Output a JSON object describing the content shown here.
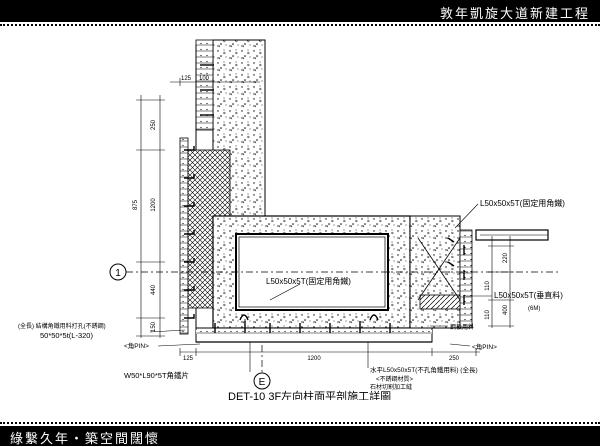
{
  "header": {
    "project_title": "敦年凱旋大道新建工程"
  },
  "footer": {
    "slogan": "綠繫久年・築空間闊懷"
  },
  "drawing": {
    "title": "DET-10  3F左向柱面平剖施工詳圖",
    "grid_bubble_row": "1",
    "grid_bubble_col": "E",
    "dims_top": [
      "125",
      "100"
    ],
    "dims_left": [
      "250",
      "875",
      "1200",
      "440",
      "150"
    ],
    "dims_bottom": [
      "125",
      "1200",
      "250"
    ],
    "dims_right": [
      "220",
      "110",
      "400",
      "110"
    ],
    "labels": {
      "angle_top_right": "L50x50x5T(固定用角鐵)",
      "angle_center": "L50x50x5T(固定用角鐵)",
      "angle_right": "L50x50x5T(垂直料)",
      "angle_right_note": "(6M)",
      "left_note_1": "(全長) 結構角鐵用料打孔(不銹鋼)",
      "left_note_2": "50*50*5t(L-320)",
      "pin_left": "<角PIN>",
      "pin_right": "<角PIN>",
      "bottom_left": "W50*L90*5T角鐵片",
      "bottom_right_1": "水平L50x50x5T(不孔角鐵用料) (全長)",
      "bottom_right_2": "<不銹鋼材質>",
      "bottom_right_3": "石材切割加工縫",
      "steel_note": "鋼板用料"
    }
  }
}
